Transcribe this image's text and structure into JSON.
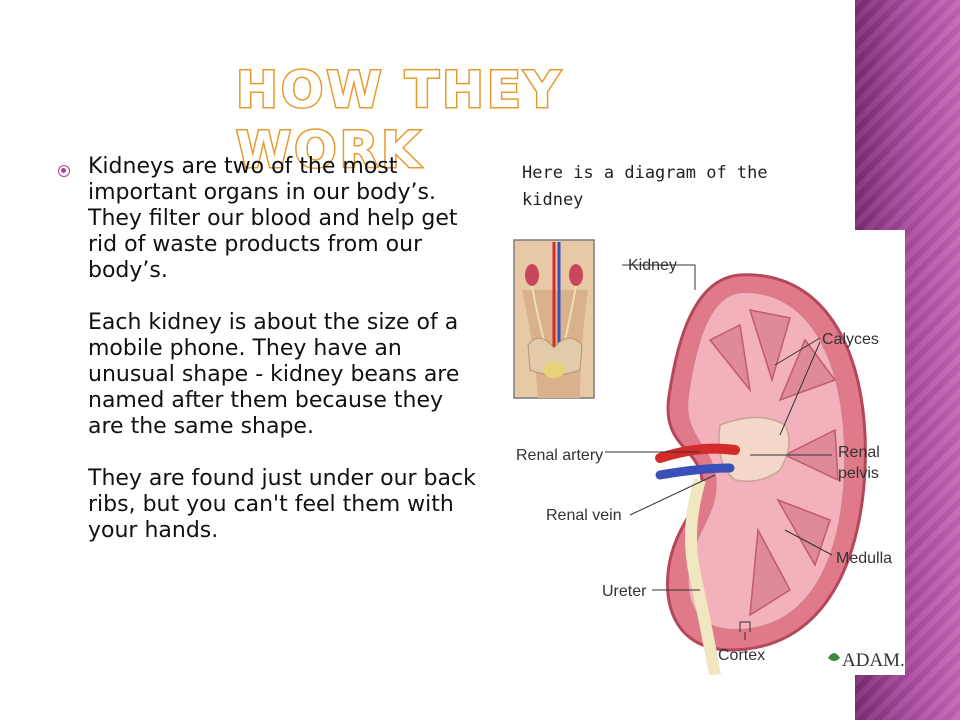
{
  "slide": {
    "title": "How they work",
    "paragraphs": [
      "Kidneys are two of the most important organs in our body’s. They filter our blood and help get rid of waste products from our body’s.",
      "Each kidney is about the size of a mobile phone. They have an unusual shape - kidney beans are named after them because they are the same shape.",
      "They are found just under our back ribs, but you can't feel them with your hands."
    ],
    "caption": "Here is a diagram of the kidney"
  },
  "diagram": {
    "labels": {
      "kidney": "Kidney",
      "calyces": "Calyces",
      "renal_artery": "Renal artery",
      "renal_pelvis_line1": "Renal",
      "renal_pelvis_line2": "pelvis",
      "renal_vein": "Renal vein",
      "medulla": "Medulla",
      "ureter": "Ureter",
      "cortex": "Cortex",
      "brand": "ADAM."
    }
  },
  "colors": {
    "accent_purple": "#b03b93",
    "title_outline": "#e59a2e",
    "kidney_tissue": "#e07a8a",
    "artery": "#d42a2a",
    "vein": "#3b4fb8"
  }
}
